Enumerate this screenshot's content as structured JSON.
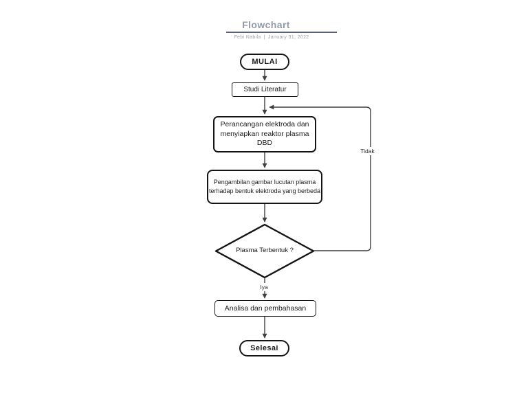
{
  "header": {
    "title": "Flowchart",
    "author": "Febi Nabila",
    "separator": "|",
    "date": "January 31, 2022",
    "title_color": "#9299a7",
    "rule_color": "#5a6170",
    "subtitle_color": "#9aa1ab"
  },
  "flowchart": {
    "nodes": {
      "start": {
        "type": "terminator",
        "label": "MULAI"
      },
      "studi_literatur": {
        "type": "process",
        "label": "Studi Literatur"
      },
      "perancangan": {
        "type": "process",
        "line1": "Perancangan elektroda dan",
        "line2": "menyiapkan reaktor plasma DBD"
      },
      "pengambilan": {
        "type": "process",
        "line1": "Pengambilan gambar lucutan plasma",
        "line2": "terhadap bentuk elektroda yang berbeda"
      },
      "decision": {
        "type": "decision",
        "label": "Plasma Terbentuk ?"
      },
      "analisa": {
        "type": "process",
        "label": "Analisa dan pembahasan"
      },
      "end": {
        "type": "terminator",
        "label": "Selesai"
      }
    },
    "edge_labels": {
      "yes": "Iya",
      "no": "Tidak"
    },
    "colors": {
      "node_border": "#141414",
      "connector": "#3f3f3f",
      "text": "#1a1a1a",
      "background": "#ffffff"
    }
  }
}
